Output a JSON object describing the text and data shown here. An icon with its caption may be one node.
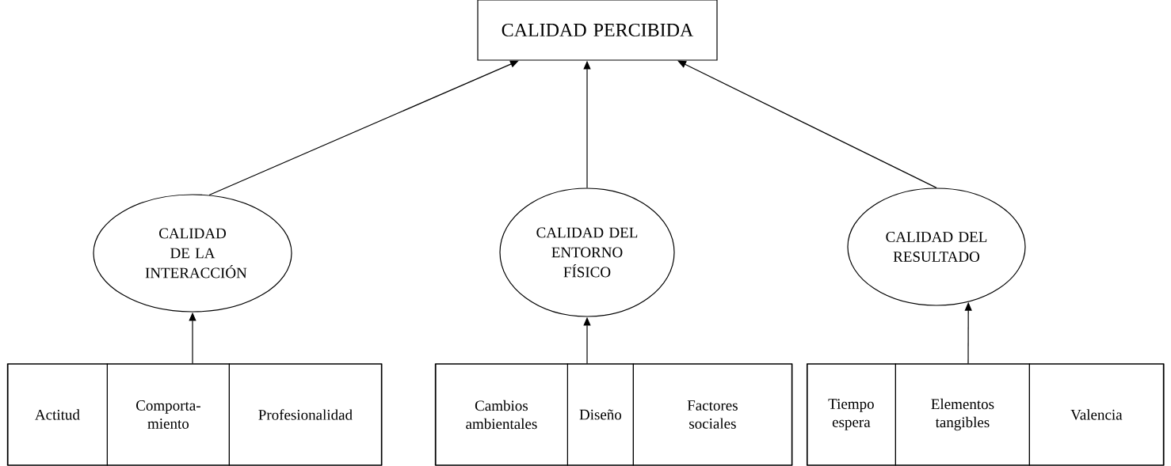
{
  "diagram": {
    "nodes": [
      {
        "text": [
          "CALIDAD PERCIBIDA"
        ]
      },
      {
        "text": [
          "CALIDAD DE LA INTERACCIÓN"
        ]
      },
      {
        "text": [
          "CALIDAD DEL ENTORNO FÍSICO"
        ]
      },
      {
        "text": [
          "CALIDAD DEL RESULTADO"
        ]
      },
      {
        "text": [],
        "shape": "box"
      },
      {
        "text": [
          "Actitud"
        ],
        "in": 4
      },
      {
        "text": [
          "Comporta- miento"
        ],
        "in": 4
      },
      {
        "text": [
          "Profesionalidad"
        ],
        "in": 4
      },
      {
        "text": [],
        "shape": "box"
      },
      {
        "text": [
          "Cambios ambientales"
        ],
        "in": 8
      },
      {
        "text": [
          "Diseño"
        ],
        "in": 8
      },
      {
        "text": [
          "Factores sociales"
        ],
        "in": 8
      },
      {
        "text": [],
        "shape": "box"
      },
      {
        "text": [
          "Tiempo espera"
        ],
        "in": 12
      },
      {
        "text": [
          "Elementos tangibles"
        ],
        "in": 12
      },
      {
        "text": [
          "Valencia"
        ],
        "in": 12
      }
    ],
    "edges": [
      {
        "from": 4,
        "to": 1,
        "arrow": "to"
      },
      {
        "from": 8,
        "to": 2,
        "arrow": "to"
      },
      {
        "from": 12,
        "to": 3,
        "arrow": "to"
      },
      {
        "from": 1,
        "to": 0,
        "arrow": "to"
      },
      {
        "from": 2,
        "to": 0,
        "arrow": "to"
      },
      {
        "from": 3,
        "to": 0,
        "arrow": "to"
      }
    ]
  }
}
